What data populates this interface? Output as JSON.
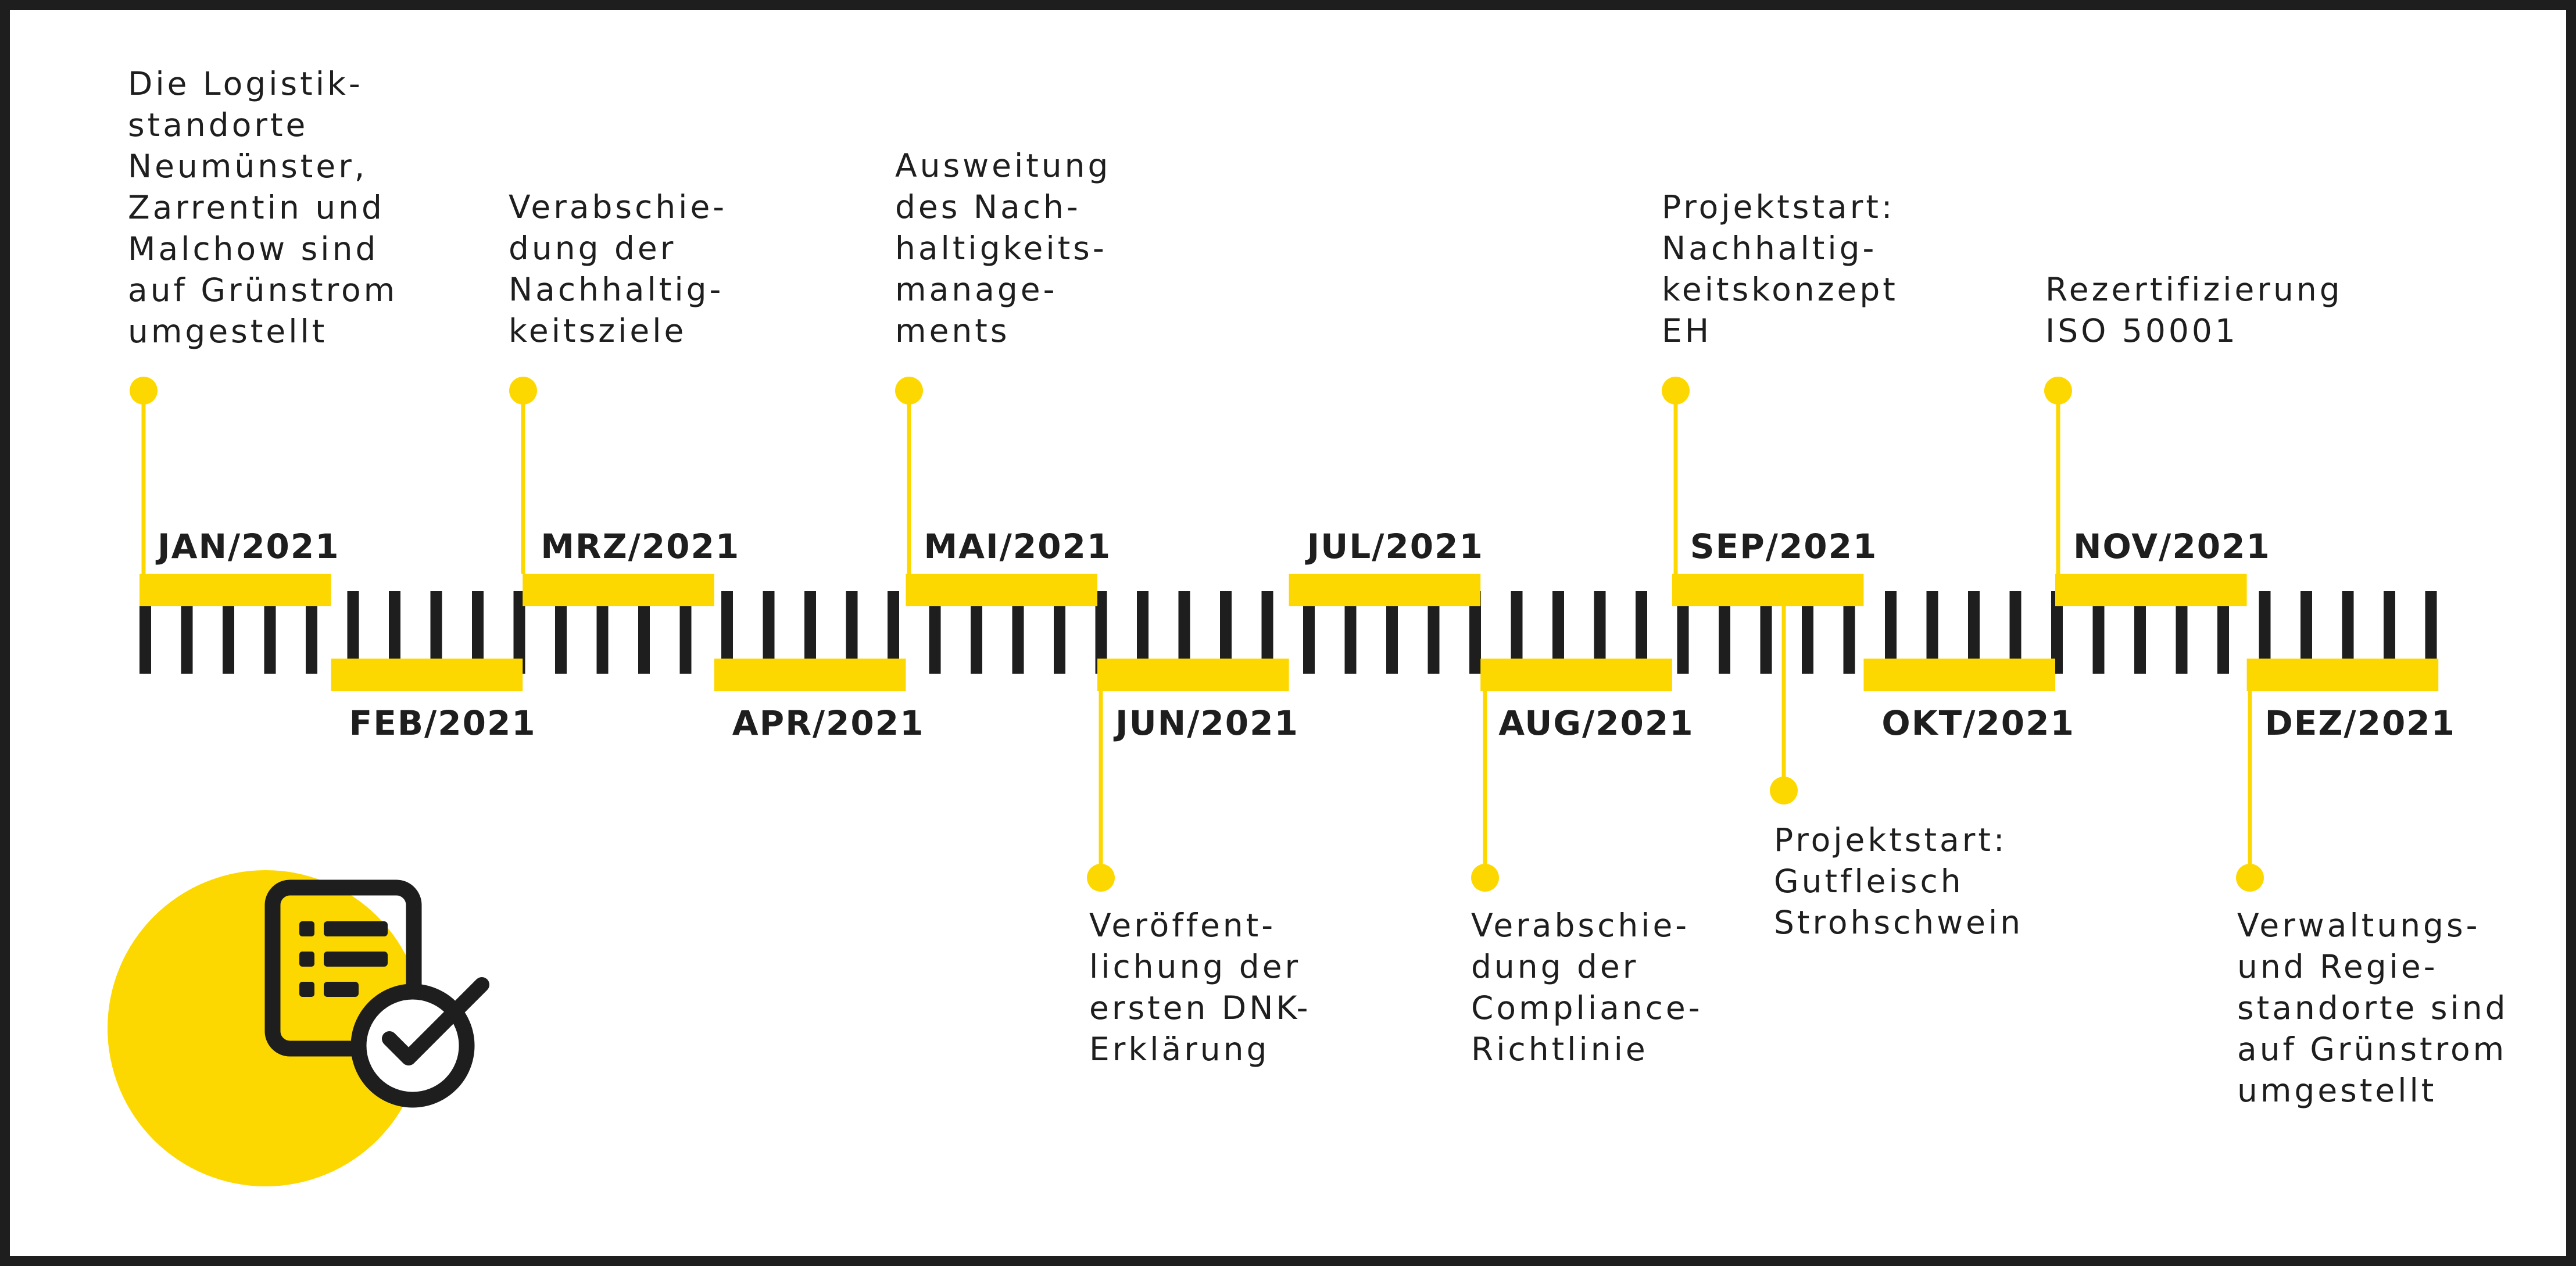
{
  "colors": {
    "accent": "#fdd800",
    "ink": "#1e1e1e",
    "background": "#ffffff"
  },
  "icon": "document-checklist-checkmark-icon",
  "months": [
    {
      "label": "JAN/2021",
      "side": "top"
    },
    {
      "label": "FEB/2021",
      "side": "bottom"
    },
    {
      "label": "MRZ/2021",
      "side": "top"
    },
    {
      "label": "APR/2021",
      "side": "bottom"
    },
    {
      "label": "MAI/2021",
      "side": "top"
    },
    {
      "label": "JUN/2021",
      "side": "bottom"
    },
    {
      "label": "JUL/2021",
      "side": "top"
    },
    {
      "label": "AUG/2021",
      "side": "bottom"
    },
    {
      "label": "SEP/2021",
      "side": "top"
    },
    {
      "label": "OKT/2021",
      "side": "bottom"
    },
    {
      "label": "NOV/2021",
      "side": "top"
    },
    {
      "label": "DEZ/2021",
      "side": "bottom"
    }
  ],
  "events": [
    {
      "month": "JAN/2021",
      "text": "Die Logistik-\nstandorte\nNeumünster,\nZarrentin und\nMalchow sind\nauf Grünstrom\numgestellt"
    },
    {
      "month": "MRZ/2021",
      "text": "Verabschie-\ndung der\nNachhaltig-\nkeitsziele"
    },
    {
      "month": "MAI/2021",
      "text": "Ausweitung\ndes Nach-\nhaltigkeits-\nmanage-\nments"
    },
    {
      "month": "JUN/2021",
      "text": "Veröffent-\nlichung der\nersten DNK-\nErklärung"
    },
    {
      "month": "AUG/2021",
      "text": "Verabschie-\ndung der\nCompliance-\nRichtlinie"
    },
    {
      "month": "SEP/2021",
      "text": "Projektstart:\nNachhaltig-\nkeitskonzept\nEH"
    },
    {
      "month": "SEP/2021",
      "text": "Projektstart:\nGutfleisch\nStrohschwein"
    },
    {
      "month": "NOV/2021",
      "text": "Rezertifizierung\nISO 50001"
    },
    {
      "month": "DEZ/2021",
      "text": "Verwaltungs-\nund Regie-\nstandorte sind\nauf Grünstrom\numgestellt"
    }
  ]
}
